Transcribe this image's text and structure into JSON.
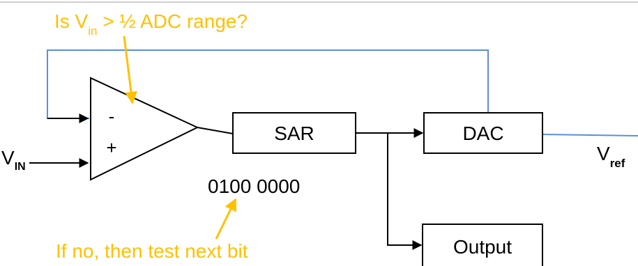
{
  "question_annotation": {
    "prefix": "Is V",
    "subscript": "in",
    "suffix": " > ½ ADC range?"
  },
  "bottom_annotation": "If no, then test next bit",
  "comparator": {
    "minus_label": "-",
    "plus_label": "+"
  },
  "vin_label": {
    "main": "V",
    "subscript": "IN"
  },
  "sar_block": {
    "label": "SAR"
  },
  "dac_block": {
    "label": "DAC"
  },
  "output_block": {
    "label": "Output"
  },
  "vref_label": {
    "main": "V",
    "subscript": "ref"
  },
  "binary_value": "0100 0000",
  "colors": {
    "annotation": "#ffc000",
    "feedback_wire": "#5b8fd6",
    "line": "#000000",
    "background": "#ffffff"
  }
}
